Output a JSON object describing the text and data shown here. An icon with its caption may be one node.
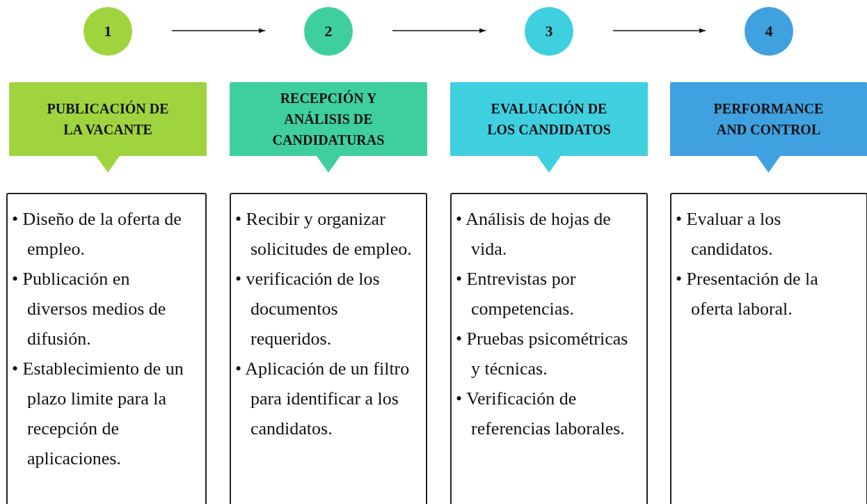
{
  "diagram": {
    "nodes": [
      {
        "text": [
          "1"
        ]
      },
      {
        "text": [
          "2"
        ]
      },
      {
        "text": [
          "3"
        ]
      },
      {
        "text": [
          "4"
        ]
      },
      {
        "text": [
          "PUBLICACIÓN DE LA VACANTE"
        ]
      },
      {
        "text": [
          "RECEPCIÓN Y ANÁLISIS DE CANDIDATURAS"
        ]
      },
      {
        "text": [
          "EVALUACIÓN DE LOS CANDIDATOS"
        ]
      },
      {
        "text": [
          "PERFORMANCE AND CONTROL"
        ]
      },
      {
        "text": [
          "• Diseño de la oferta de empleo.",
          "• Publicación en diversos medios de difusión.",
          "• Establecimiento de un plazo limite para la recepción de aplicaciones."
        ]
      },
      {
        "text": [
          "• Recibir y organizar solicitudes de empleo.",
          "• verificación de los documentos requeridos.",
          "• Aplicación de un filtro para identificar a los candidatos."
        ]
      },
      {
        "text": [
          "• Análisis de hojas de vida.",
          "• Entrevistas por competencias.",
          "• Pruebas psicométricas y técnicas.",
          "• Verificación de referencias laborales."
        ]
      },
      {
        "text": [
          "• Evaluar a los candidatos.",
          "• Presentación de la oferta laboral."
        ]
      }
    ],
    "edges": [
      {
        "from": 0,
        "to": 1,
        "arrow": "to"
      },
      {
        "from": 1,
        "to": 2,
        "arrow": "to"
      },
      {
        "from": 2,
        "to": 3,
        "arrow": "to"
      }
    ]
  }
}
